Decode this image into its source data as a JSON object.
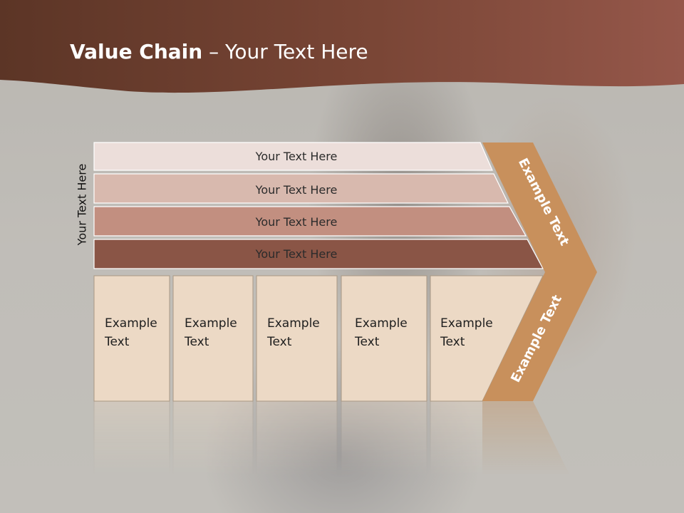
{
  "title": {
    "bold": "Value Chain",
    "rest": " – Your Text Here"
  },
  "side_label": "Your Text Here",
  "bars": [
    {
      "label": "Your Text Here",
      "color": "#ecdeda"
    },
    {
      "label": "Your Text Here",
      "color": "#d8b9ae"
    },
    {
      "label": "Your Text Here",
      "color": "#c28f80"
    },
    {
      "label": "Your Text Here",
      "color": "#8a5546"
    }
  ],
  "columns": [
    {
      "line1": "Example",
      "line2": "Text"
    },
    {
      "line1": "Example",
      "line2": "Text"
    },
    {
      "line1": "Example",
      "line2": "Text"
    },
    {
      "line1": "Example",
      "line2": "Text"
    },
    {
      "line1": "Example",
      "line2": "Text"
    }
  ],
  "arrow": {
    "upper_label": "Example Text",
    "lower_label": "Example Text",
    "color": "#c8905c"
  },
  "colors": {
    "header_dark": "#5c3526",
    "header_light": "#95574a",
    "column_fill": "#ecd9c5",
    "column_border": "#a99783"
  }
}
